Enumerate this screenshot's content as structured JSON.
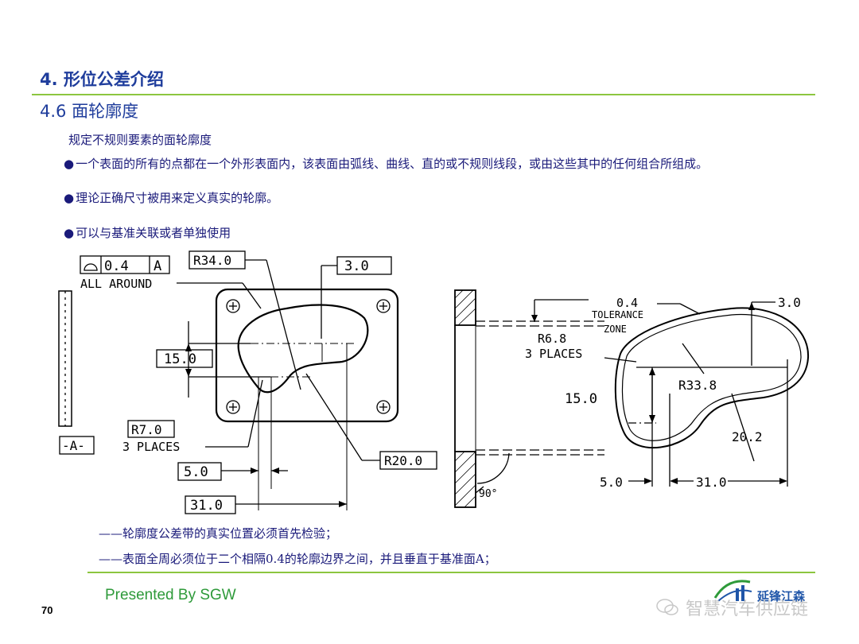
{
  "header": {
    "section_title": "4. 形位公差介绍",
    "sub_title": "4.6 面轮廓度"
  },
  "content": {
    "intro": "规定不规则要素的面轮廓度",
    "bullet_symbol": "●",
    "bullets": [
      "一个表面的所有的点都在一个外形表面内，该表面由弧线、曲线、直的或不规则线段，或由这些其中的任何组合所组成。",
      "理论正确尺寸被用来定义真实的轮廓。",
      "可以与基准关联或者单独使用"
    ],
    "notes": [
      "——轮廓度公差带的真实位置必须首先检验；",
      "——表面全周必须位于二个相隔0.4的轮廓边界之间，并且垂直于基准面A；"
    ]
  },
  "drawing_left": {
    "fcf_value": "0.4",
    "fcf_datum": "A",
    "all_around": "ALL AROUND",
    "r34": "R34.0",
    "dim_3": "3.0",
    "dim_15": "15.0",
    "r7": "R7.0",
    "places": "3 PLACES",
    "datum_a": "-A-",
    "dim_5": "5.0",
    "dim_31": "31.0",
    "r20": "R20.0"
  },
  "drawing_right": {
    "tol_value": "0.4",
    "tol_zone_1": "TOLERANCE",
    "tol_zone_2": "ZONE",
    "dim_3": "3.0",
    "r6": "R6.8",
    "places": "3 PLACES",
    "r33": "R33.8",
    "dim_15": "15.0",
    "dim_20": "20.2",
    "dim_5": "5.0",
    "dim_31": "31.0",
    "angle": "90°"
  },
  "footer": {
    "presenter": "Presented By SGW",
    "page_number": "70",
    "logo_text": "延锋江森",
    "watermark": "智慧汽车供应链"
  },
  "colors": {
    "title_blue": "#1f3d9c",
    "rule_green": "#8cc63f",
    "footer_green": "#2e9a3a"
  }
}
